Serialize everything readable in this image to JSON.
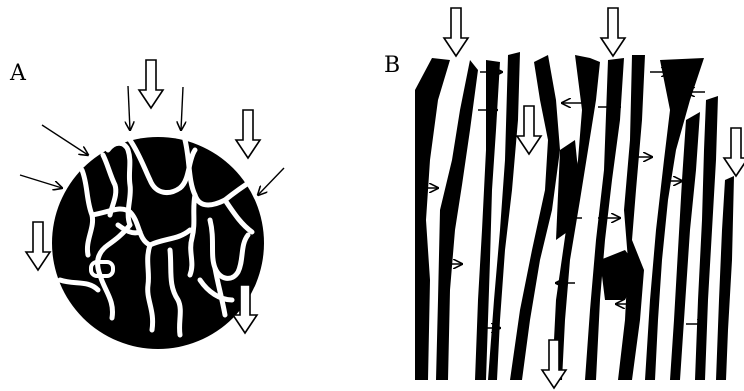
{
  "panels": [
    {
      "id": "A",
      "label": "A"
    },
    {
      "id": "B",
      "label": "B"
    }
  ],
  "colors": {
    "ink": "#000000",
    "paper": "#ffffff"
  },
  "icons": [
    "block-arrow-down-icon",
    "thin-arrow-icon"
  ]
}
